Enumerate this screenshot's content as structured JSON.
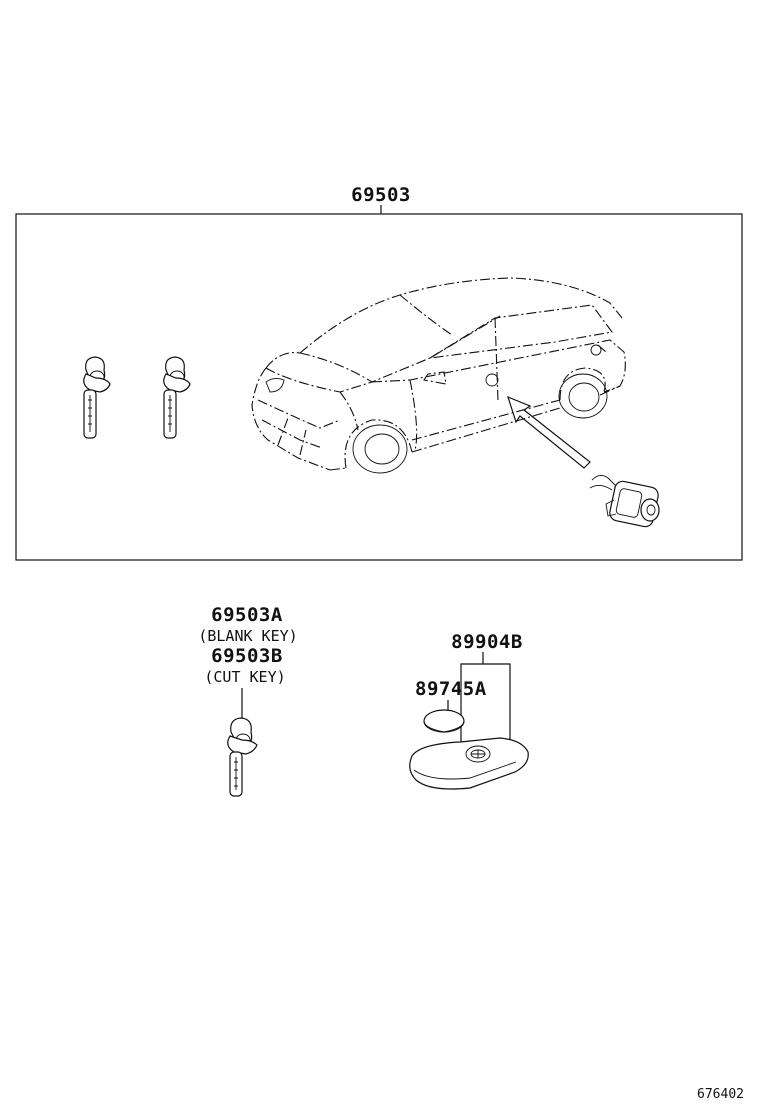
{
  "diagram": {
    "assembly": {
      "part_number": "69503"
    },
    "blank_key": {
      "part_number": "69503A",
      "description": "(BLANK KEY)"
    },
    "cut_key": {
      "part_number": "69503B",
      "description": "(CUT KEY)"
    },
    "transmitter": {
      "part_number": "89904B"
    },
    "battery": {
      "part_number": "89745A"
    },
    "illustration_number": "676402"
  }
}
